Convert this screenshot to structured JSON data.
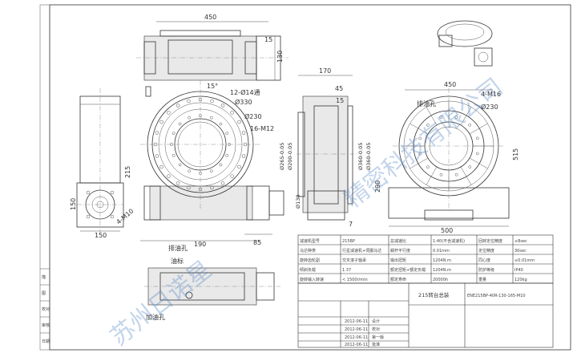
{
  "dims": {
    "top_w": "450",
    "top_h1": "15",
    "top_h2": "130",
    "angle": "15°",
    "holes_top": "12-Ø14通",
    "pcd_330": "Ø330",
    "d_230_front": "Ø230",
    "holes_m12": "16-M12",
    "d_215": "215",
    "d_190": "190",
    "d_85": "85",
    "d_150_w": "150",
    "d_150_h": "150",
    "holes_m10": "4-M10",
    "side_170": "170",
    "side_45": "45",
    "side_15": "15",
    "side_d1": "Ø265-0.05",
    "side_d2": "Ø200-0.05",
    "side_d3": "Ø130",
    "side_d4": "Ø360-0.05",
    "side_d5": "Ø360-0.05",
    "side_290": "290",
    "side_7": "7",
    "oil_hole_back": "排油孔",
    "back_450": "450",
    "holes_m16": "4-M16",
    "back_230": "Ø230",
    "back_515": "515",
    "back_500": "500",
    "oil_out": "排油孔",
    "oil_mark": "油标",
    "oil_in": "加油孔"
  },
  "spec_table": {
    "rows": [
      [
        "减速机型号",
        "215BP",
        "总减速比",
        "1:40(不含减速机)",
        "回转定位精度",
        "≤8sec"
      ],
      [
        "马达种类",
        "行星减速机+伺服马达",
        "蜗杆平行度",
        "0.01mm",
        "定位精度",
        "30sec"
      ],
      [
        "旋转齿轮副",
        "交叉滚子轴承",
        "输出扭矩",
        "1204N.m",
        "同心度",
        "≤0.01mm"
      ],
      [
        "倾斜负载",
        "1.37",
        "额定扭矩+额定负载",
        "1204N.m",
        "防护等级",
        "IP40"
      ],
      [
        "旋转输入转速",
        "< 1500r/min",
        "额定寿命",
        "20000h",
        "重量",
        "120kg"
      ]
    ]
  },
  "title_block": {
    "drawing_name": "215转台总装",
    "drawing_no": "ENE215BP-40R-130-165-M10",
    "left_labels": [
      "描",
      "图",
      "校对",
      "审核",
      "日期"
    ],
    "dates": [
      "2012-06-11",
      "2012-06-11",
      "2012-06-11",
      "2012-06-11"
    ],
    "cells": [
      "设计",
      "校对",
      "第一版",
      "批准"
    ]
  },
  "watermark": {
    "line1": "苏州日诺星",
    "line2": "精密科技有限公司"
  }
}
